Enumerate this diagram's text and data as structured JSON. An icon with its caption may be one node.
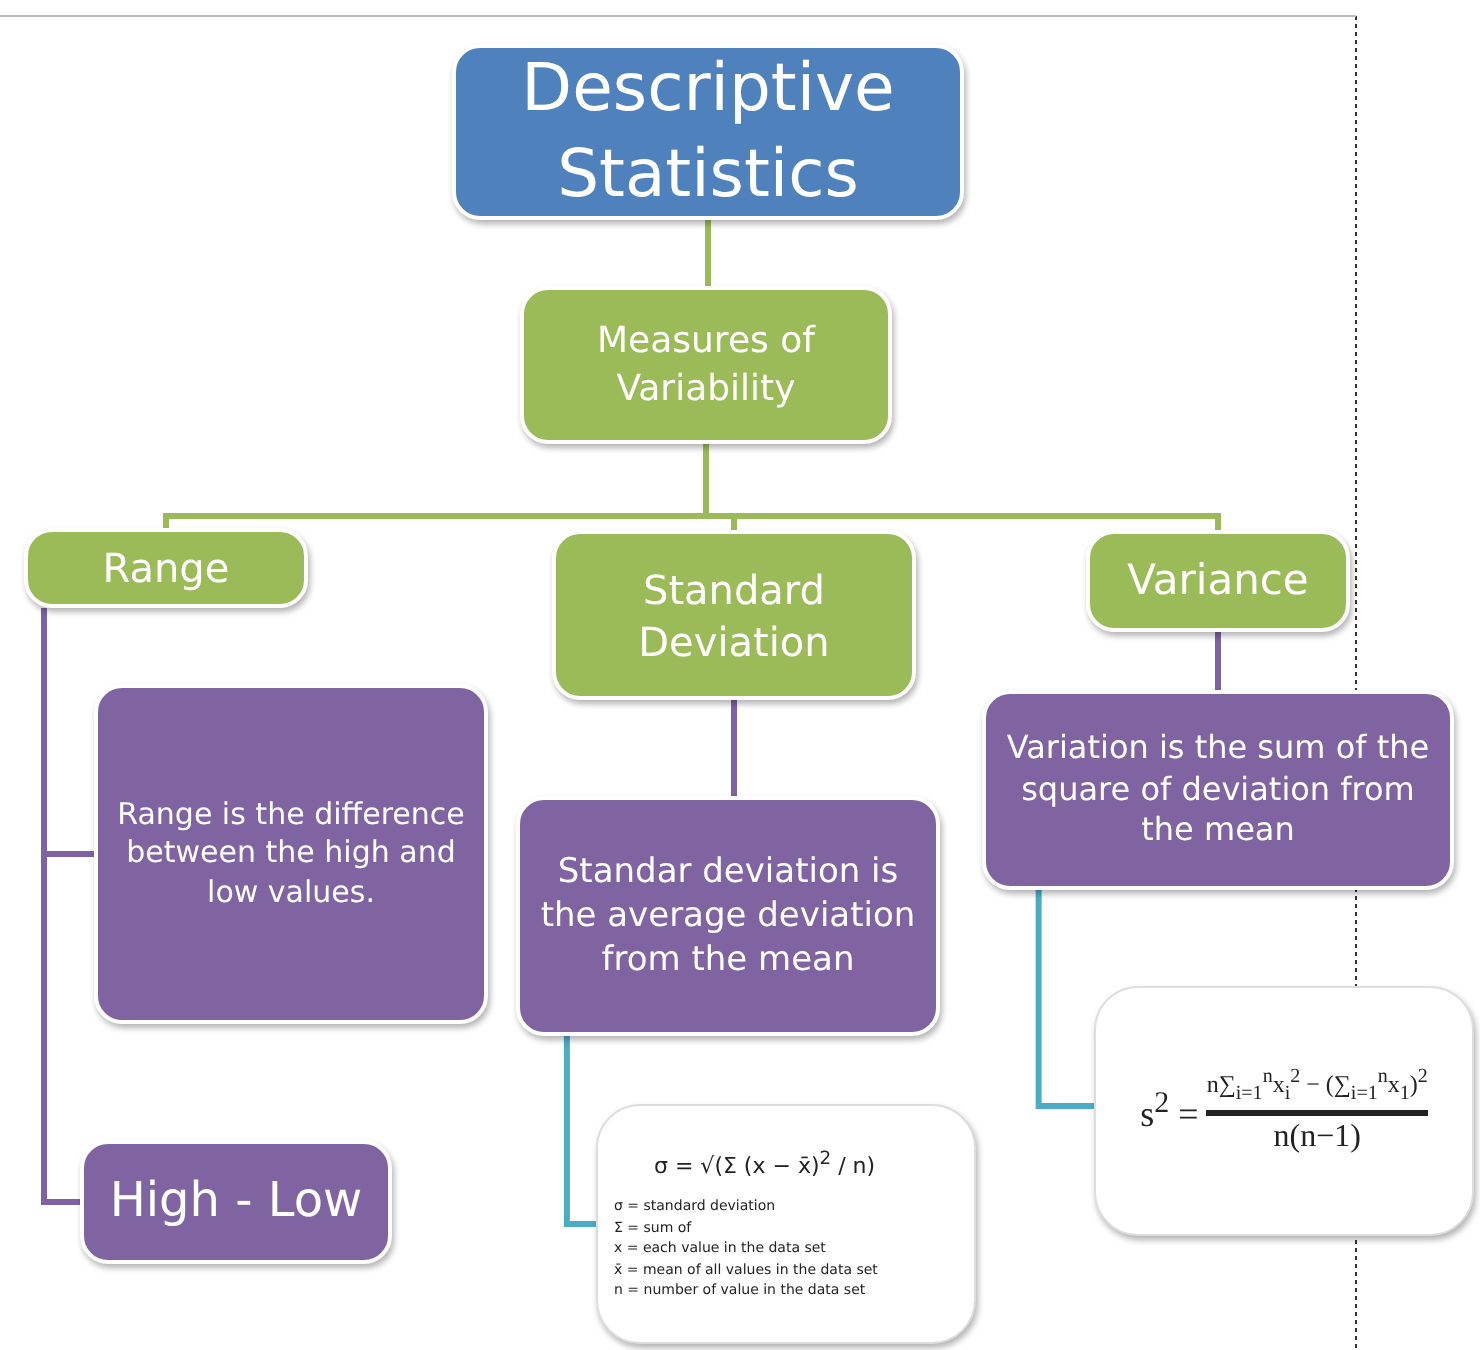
{
  "diagram": {
    "nodes": [
      {
        "text": [
          "Descriptive Statistics"
        ]
      },
      {
        "text": [
          "Measures of Variability"
        ]
      },
      {
        "text": [
          "Range"
        ]
      },
      {
        "text": [
          "Standard Deviation"
        ]
      },
      {
        "text": [
          "Variance"
        ]
      },
      {
        "text": [
          "Range is the difference between the high and low values."
        ]
      },
      {
        "text": [
          "High - Low"
        ]
      },
      {
        "text": [
          "Standar deviation is the average deviation from the mean"
        ]
      },
      {
        "text": [
          "σ = √(Σ (x − x̄)$^{2}$ / n)",
          "σ = standard deviation",
          "Σ = sum of",
          "x = each value in the data set",
          "x̄ = mean of all values in the data set",
          "n = number of value in the data set"
        ]
      },
      {
        "text": [
          "Variation is the sum of the square of deviation from the mean"
        ]
      },
      {
        "text": [
          "s$^{2}$ =",
          "n∑$_{i=1}$$^{n}$x$_{i}$$^{2}$ − (∑$_{i=1}$$^{n}$x$_{1}$)$^{2}$",
          "n(n−1)"
        ]
      }
    ],
    "edges": [
      {
        "from": 0,
        "to": 1,
        "arrow": "none"
      },
      {
        "from": 1,
        "to": 2,
        "arrow": "none"
      },
      {
        "from": 1,
        "to": 3,
        "arrow": "none"
      },
      {
        "from": 1,
        "to": 4,
        "arrow": "none"
      },
      {
        "from": 2,
        "to": 5,
        "arrow": "none",
        "color": "#7f62a3"
      },
      {
        "from": 2,
        "to": 6,
        "arrow": "none",
        "color": "#7f62a3"
      },
      {
        "from": 3,
        "to": 7,
        "arrow": "none",
        "color": "#7f62a3"
      },
      {
        "from": 7,
        "to": 8,
        "arrow": "none",
        "color": "#4bacc6"
      },
      {
        "from": 4,
        "to": 9,
        "arrow": "none",
        "color": "#7f62a3"
      },
      {
        "from": 9,
        "to": 10,
        "arrow": "none",
        "color": "#4bacc6"
      }
    ]
  }
}
